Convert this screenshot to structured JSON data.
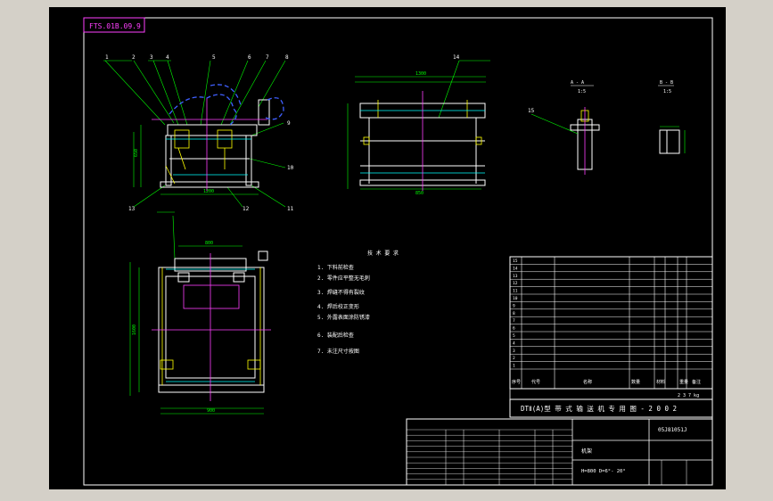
{
  "drawing": {
    "code_box": "FTS.01B.09.9",
    "tech_title": "技 术 要 求",
    "tech_notes": [
      "1. 下料前检查",
      "2. 零件应平整无毛刺",
      "3. 焊缝不得有裂纹",
      "4. 焊后校正变形",
      "5. 外露表面涂防锈漆",
      "6. 装配后检查",
      "7. 未注尺寸按图"
    ],
    "section_labels": [
      "A - A",
      "1:5",
      "B - B",
      "1:5"
    ],
    "item_numbers": [
      "1",
      "2",
      "3",
      "4",
      "5",
      "6",
      "7",
      "8",
      "9",
      "10",
      "11",
      "12",
      "13",
      "14",
      "15"
    ],
    "dimension_labels": [
      "1300",
      "850",
      "1200",
      "650",
      "800",
      "900",
      "1600"
    ],
    "bom_header": [
      "序号",
      "代号",
      "名称",
      "数量",
      "材料",
      "重量",
      "备注"
    ],
    "bom_row_nos": [
      "15",
      "14",
      "13",
      "12",
      "11",
      "10",
      "9",
      "8",
      "7",
      "6",
      "5",
      "4",
      "3",
      "2",
      "1"
    ],
    "mass": "2 3 7 kg",
    "subtitle_row": "DTⅡ(A)型 带 式 输 送 机 专 用 图 - 2 0 0 2",
    "part_name": "机架",
    "part_code": "05J81051J",
    "designation": "H=800 D=6°- 20°"
  }
}
